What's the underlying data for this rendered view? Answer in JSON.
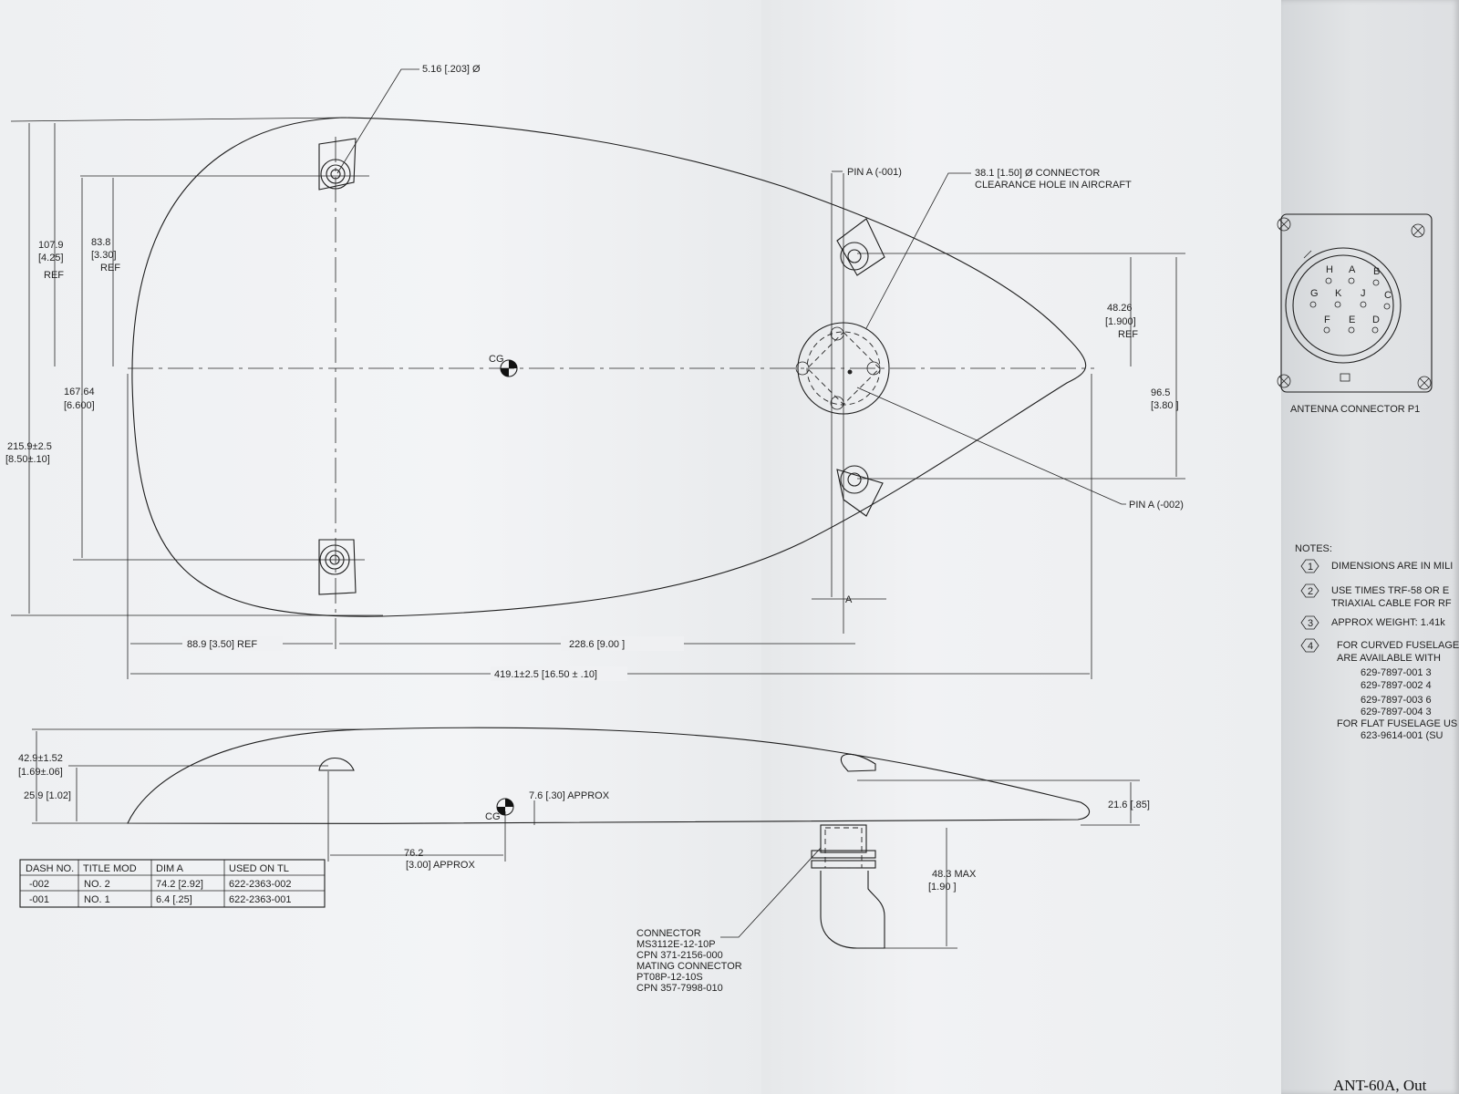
{
  "top_view": {
    "hole_callout": "5.16 [.203] Ø",
    "pin_a_001": "PIN A (-001)",
    "pin_a_002": "PIN A (-002)",
    "connector_hole_1": "38.1 [1.50] Ø CONNECTOR",
    "connector_hole_2": "CLEARANCE HOLE IN AIRCRAFT",
    "cg": "CG",
    "dim_107_9": "107.9",
    "dim_107_9_in": "[4.25]",
    "ref_1": "REF",
    "dim_83_8": "83.8",
    "dim_83_8_in": "[3.30]",
    "ref_2": "REF",
    "dim_167_64": "167.64",
    "dim_167_64_in": "[6.600]",
    "dim_215_9": "215.9±2.5",
    "dim_215_9_in": "[8.50±.10]",
    "dim_48_26": "48.26",
    "dim_48_26_in": "[1.900]",
    "ref_3": "REF",
    "dim_96_5": "96.5",
    "dim_96_5_in": "[3.80 ]",
    "dim_a": "A",
    "dim_88_9": "88.9 [3.50] REF",
    "dim_228_6": "228.6  [9.00 ]",
    "dim_419_1": "419.1±2.5 [16.50 ± .10]"
  },
  "side_view": {
    "dim_42_9": "42.9±1.52",
    "dim_42_9_in": "[1.69±.06]",
    "dim_25_9": "25.9 [1.02]",
    "dim_7_6": "7.6 [.30] APPROX",
    "cg": "CG",
    "dim_76_2": "76.2",
    "dim_76_2_in": "[3.00] APPROX",
    "dim_21_6": "21.6  [.85]",
    "dim_48_3": "48.3 MAX",
    "dim_48_3_in": "[1.90 ]"
  },
  "connector_note": [
    "CONNECTOR",
    "MS3112E-12-10P",
    "CPN 371-2156-000",
    "MATING CONNECTOR",
    "PT08P-12-10S",
    "CPN 357-7998-010"
  ],
  "dash_table": {
    "headers": [
      "DASH NO.",
      "TITLE MOD",
      "DIM A",
      "USED ON TL"
    ],
    "rows": [
      [
        "-002",
        "NO. 2",
        "74.2  [2.92]",
        "622-2363-002"
      ],
      [
        "-001",
        "NO. 1",
        "6.4    [.25]",
        "622-2363-001"
      ]
    ]
  },
  "antenna_connector": {
    "label": "ANTENNA CONNECTOR P1",
    "pins": [
      "H",
      "A",
      "B",
      "G",
      "K",
      "J",
      "C",
      "F",
      "E",
      "D"
    ]
  },
  "notes": {
    "title": "NOTES:",
    "items": [
      {
        "num": "1",
        "lines": [
          "DIMENSIONS ARE IN MILI"
        ]
      },
      {
        "num": "2",
        "lines": [
          "USE TIMES TRF-58 OR E",
          "TRIAXIAL CABLE FOR RF"
        ]
      },
      {
        "num": "3",
        "lines": [
          "APPROX WEIGHT: 1.41k"
        ]
      },
      {
        "num": "4",
        "lines": [
          "FOR  CURVED FUSELAGE",
          "ARE  AVAILABLE  WITH"
        ]
      }
    ],
    "parts": [
      "629-7897-001    3",
      "629-7897-002    4",
      "629-7897-003    6",
      "629-7897-004    3"
    ],
    "flat_1": "FOR FLAT FUSELAGE US",
    "flat_2": "623-9614-001 (SU"
  },
  "footer_caption": "ANT-60A, Out"
}
